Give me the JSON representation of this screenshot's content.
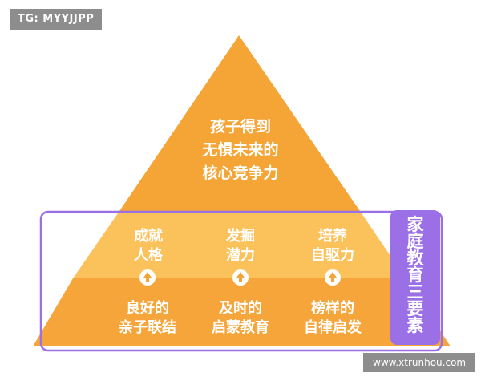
{
  "watermark": "TG: MYYJJPP",
  "peak": {
    "lines": [
      "孩子得到",
      "无惧未来的",
      "核心竞争力"
    ]
  },
  "middle": [
    {
      "lines": [
        "成就",
        "人格"
      ]
    },
    {
      "lines": [
        "发掘",
        "潜力"
      ]
    },
    {
      "lines": [
        "培养",
        "自驱力"
      ]
    }
  ],
  "bottom": [
    {
      "lines": [
        "良好的",
        "亲子联结"
      ]
    },
    {
      "lines": [
        "及时的",
        "启蒙教育"
      ]
    },
    {
      "lines": [
        "榜样的",
        "自律启发"
      ]
    }
  ],
  "arrow_icon": "up-arrow-circle-icon",
  "side_label": {
    "lines": [
      "家",
      "庭",
      "教",
      "育",
      "三",
      "要",
      "素"
    ]
  },
  "site_badge": "www.xtrunhou.com",
  "colors": {
    "peak": "#f4a535",
    "middle": "#fbc15a",
    "bottom": "#f6a53a",
    "frame": "#9b6fe6",
    "watermark_bg": "#8d8d8d"
  }
}
